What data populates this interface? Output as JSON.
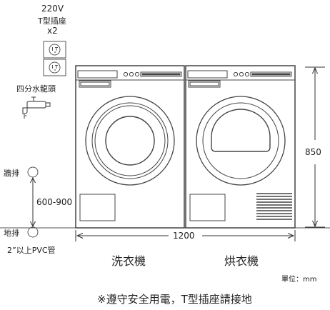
{
  "socket": {
    "voltage": "220V",
    "type": "T型插座",
    "count": "x2"
  },
  "faucet_label": "四分水龍頭",
  "wall_drain_label": "牆排",
  "floor_drain_label": "地排",
  "drain_height": "600-900",
  "drain_size": "2”以上PVC管",
  "appliance_height": "850",
  "total_width": "1200",
  "washer_label": "洗衣機",
  "dryer_label": "烘衣機",
  "unit_label": "單位：mm",
  "safety_note": "※遵守安全用電，T型插座請接地"
}
